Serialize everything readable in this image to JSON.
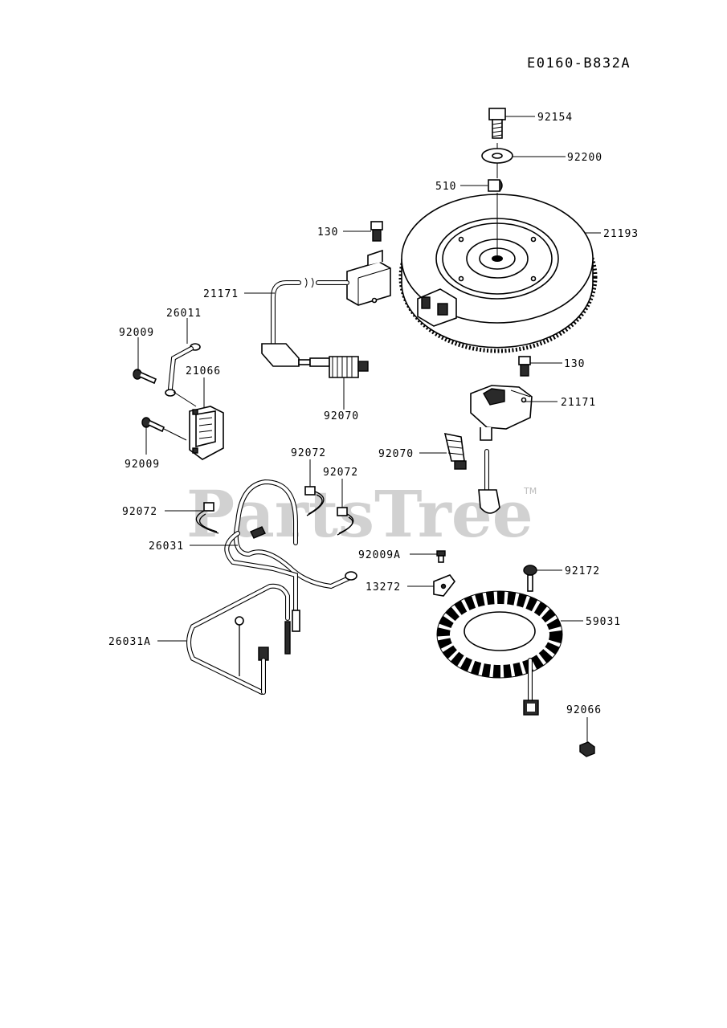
{
  "diagram_code": "E0160-B832A",
  "watermark": "PartsTree",
  "trademark": "TM",
  "labels": {
    "l92154": "92154",
    "l92200": "92200",
    "l510": "510",
    "l130a": "130",
    "l21193": "21193",
    "l21171a": "21171",
    "l26011": "26011",
    "l92009a": "92009",
    "l21066": "21066",
    "l92070a": "92070",
    "l92009b": "92009",
    "l130b": "130",
    "l21171b": "21171",
    "l92072a": "92072",
    "l92072b": "92072",
    "l92070b": "92070",
    "l92072c": "92072",
    "l26031": "26031",
    "l92009A": "92009A",
    "l92172": "92172",
    "l13272": "13272",
    "l59031": "59031",
    "l26031A": "26031A",
    "l92066": "92066"
  }
}
